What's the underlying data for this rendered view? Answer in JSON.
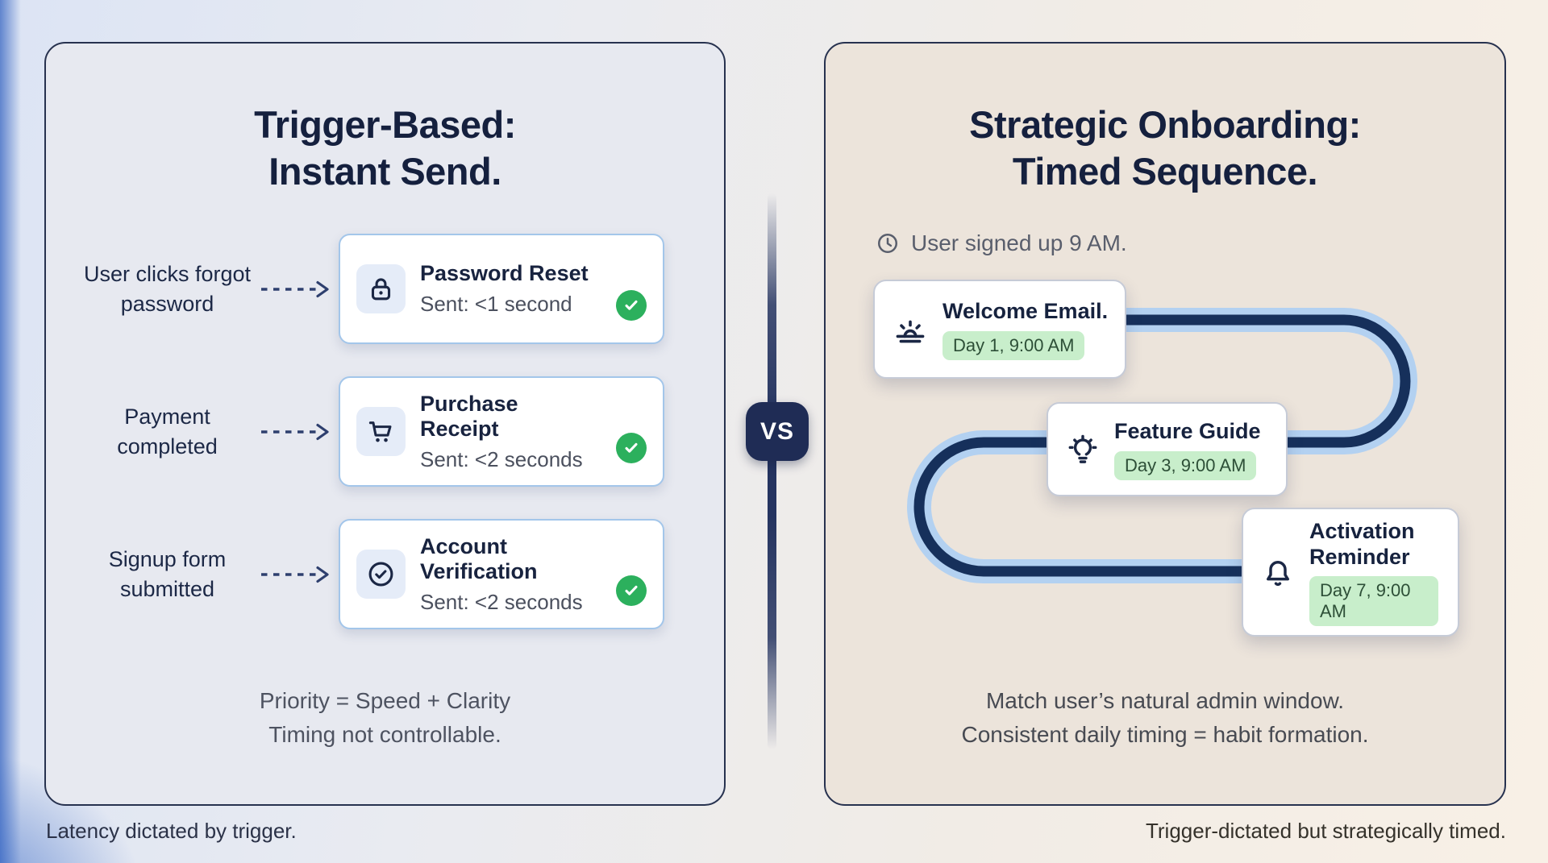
{
  "captions": {
    "left": "Latency dictated by trigger.",
    "right": "Trigger-dictated but strategically timed."
  },
  "divider": {
    "vs_label": "VS"
  },
  "left_panel": {
    "title_line1": "Trigger-Based:",
    "title_line2": "Instant Send.",
    "rows": [
      {
        "trigger_label": "User clicks forgot password",
        "icon": "lock-icon",
        "title": "Password Reset",
        "sent": "Sent: <1 second",
        "status": "sent-success"
      },
      {
        "trigger_label": "Payment completed",
        "icon": "shopping-cart-icon",
        "title": "Purchase Receipt",
        "sent": "Sent: <2 seconds",
        "status": "sent-success"
      },
      {
        "trigger_label": "Signup form submitted",
        "icon": "check-circle-icon",
        "title": "Account Verification",
        "sent": "Sent: <2 seconds",
        "status": "sent-success"
      }
    ],
    "footer_line1": "Priority = Speed + Clarity",
    "footer_line2": "Timing not controllable."
  },
  "right_panel": {
    "title_line1": "Strategic Onboarding:",
    "title_line2": "Timed Sequence.",
    "note": "User signed up 9 AM.",
    "steps": [
      {
        "icon": "sunrise-icon",
        "title": "Welcome Email.",
        "badge": "Day 1, 9:00 AM"
      },
      {
        "icon": "lightbulb-icon",
        "title": "Feature Guide",
        "badge": "Day 3, 9:00 AM"
      },
      {
        "icon": "bell-icon",
        "title": "Activation Reminder",
        "badge": "Day 7, 9:00 AM"
      }
    ],
    "footer_line1": "Match user’s natural admin window.",
    "footer_line2": "Consistent daily timing = habit formation."
  },
  "colors": {
    "navy": "#1b2745",
    "panel_border": "#27324f",
    "card_border_blue": "#a3c6ea",
    "success_green": "#2cb05d",
    "pill_green_bg": "#c8eecb",
    "path_navy": "#16305b",
    "path_light_blue": "#b3d1f1"
  }
}
